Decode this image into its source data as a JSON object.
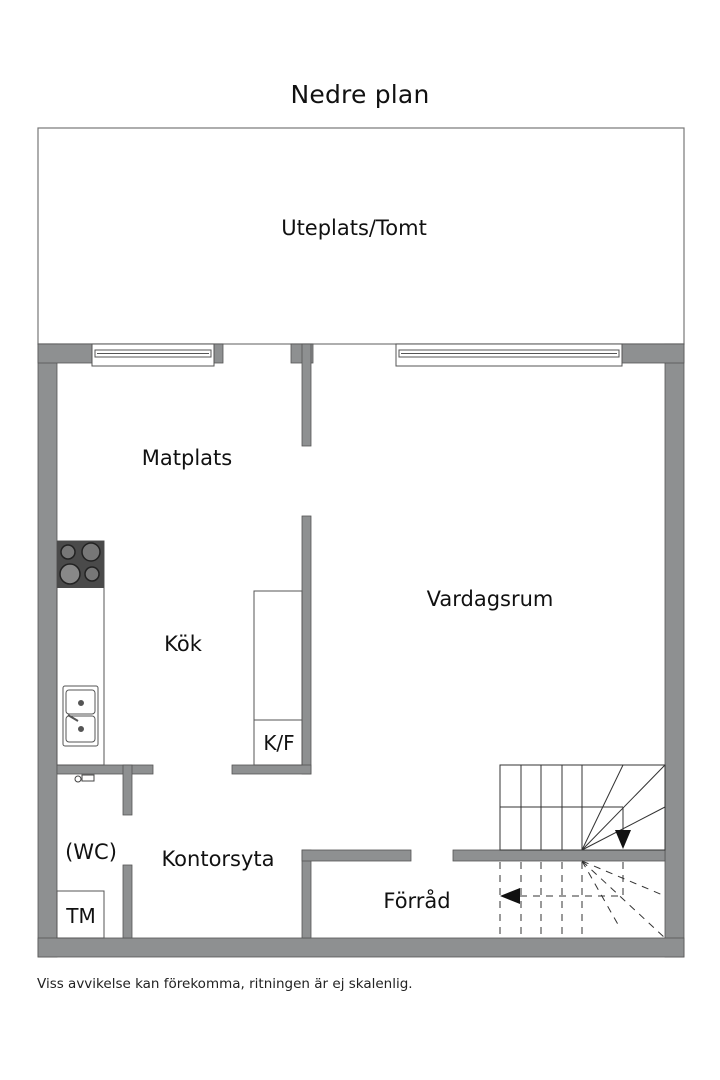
{
  "title": "Nedre plan",
  "colors": {
    "wall": "#8e9091",
    "wall_stroke": "#555555",
    "line": "#333333",
    "stove": "#4a4a4a"
  },
  "rooms": {
    "outdoor": "Uteplats/Tomt",
    "dining": "Matplats",
    "living": "Vardagsrum",
    "kitchen": "Kök",
    "fridge_freezer": "K/F",
    "wc": "(WC)",
    "office": "Kontorsyta",
    "laundry": "TM",
    "storage": "Förråd"
  },
  "footer_note": "Viss avvikelse kan förekomma, ritningen är ej skalenlig."
}
